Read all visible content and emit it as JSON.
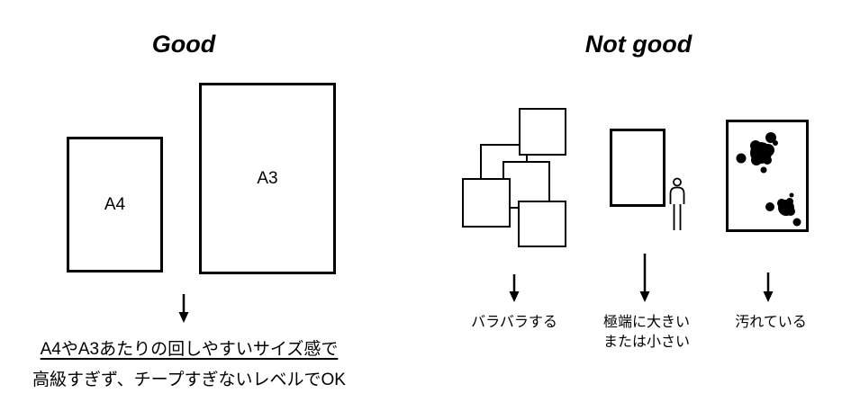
{
  "colors": {
    "ink": "#000000",
    "background": "#ffffff"
  },
  "good_section": {
    "title": "Good",
    "papers": [
      {
        "label": "A4"
      },
      {
        "label": "A3"
      }
    ],
    "caption": {
      "line1": "A4やA3あたりの回しやすいサイズ感で",
      "line2": "高級すぎず、チープすぎないレベルでOK"
    }
  },
  "not_good_section": {
    "title": "Not good",
    "examples": [
      {
        "name": "scattered-squares",
        "label": "バラバラする"
      },
      {
        "name": "extreme-size",
        "label_line1": "極端に大きい",
        "label_line2": "または小さい"
      },
      {
        "name": "stained-paper",
        "label": "汚れている"
      }
    ]
  }
}
